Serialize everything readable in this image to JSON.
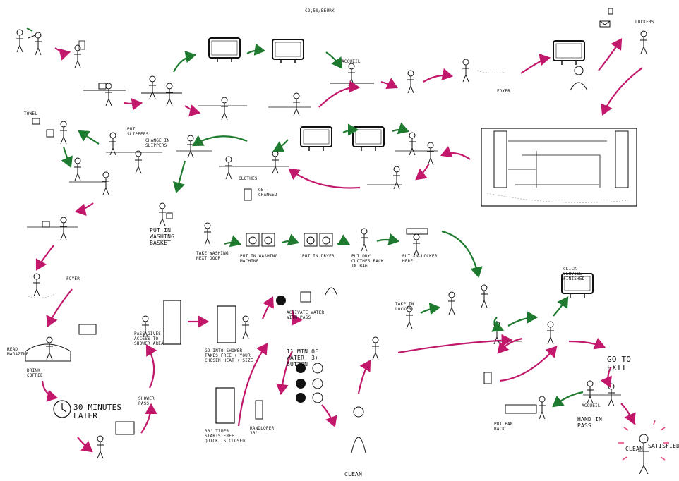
{
  "colors": {
    "ink": "#111111",
    "green_arrow": "#1e7a2e",
    "magenta_arrow": "#c2186b",
    "burst": "#e0457e"
  },
  "labels": {
    "price": "€2,50/beurk",
    "lockers": "lockers",
    "foyer_top": "foyer",
    "foyer_left": "foyer",
    "accueil_top": "accueil",
    "accueil_bottom": "accueil",
    "towel": "towel",
    "put_slippers": "put slippers",
    "change_slippers": "change in slippers",
    "clothes": "clothes",
    "get_changed": "get changed",
    "put_washing_basket": "put in washing basket",
    "take_washing": "take washing next door",
    "put_washing_machine": "put in washing machine",
    "put_dryer": "put in dryer",
    "put_dry_clothes": "put dry clothes back in bag",
    "put_in_locker": "put in locker here",
    "read_magazine": "read magazine",
    "drink_coffee": "drink coffee",
    "thirty_minutes": "30 minutes later",
    "pass_gives_access": "pass gives access to shower area",
    "shower_pass": "shower pass",
    "go_into_shower": "go into shower takes free + your chosen heat + size",
    "timer_starts": "30' timer starts free quick is closed",
    "activate_water": "activate water with pass",
    "min_of_water": "11 min of water, 3+ button",
    "randloper": "randloper 30'",
    "clean_bottom": "clean",
    "click_service": "click service finished",
    "go_to_exit": "go to exit",
    "put_pan_back": "put pan back",
    "hand_in_pass": "hand in pass",
    "clean_end": "clean",
    "satisfied": "satisfied",
    "take_from_locker": "take in locker"
  }
}
